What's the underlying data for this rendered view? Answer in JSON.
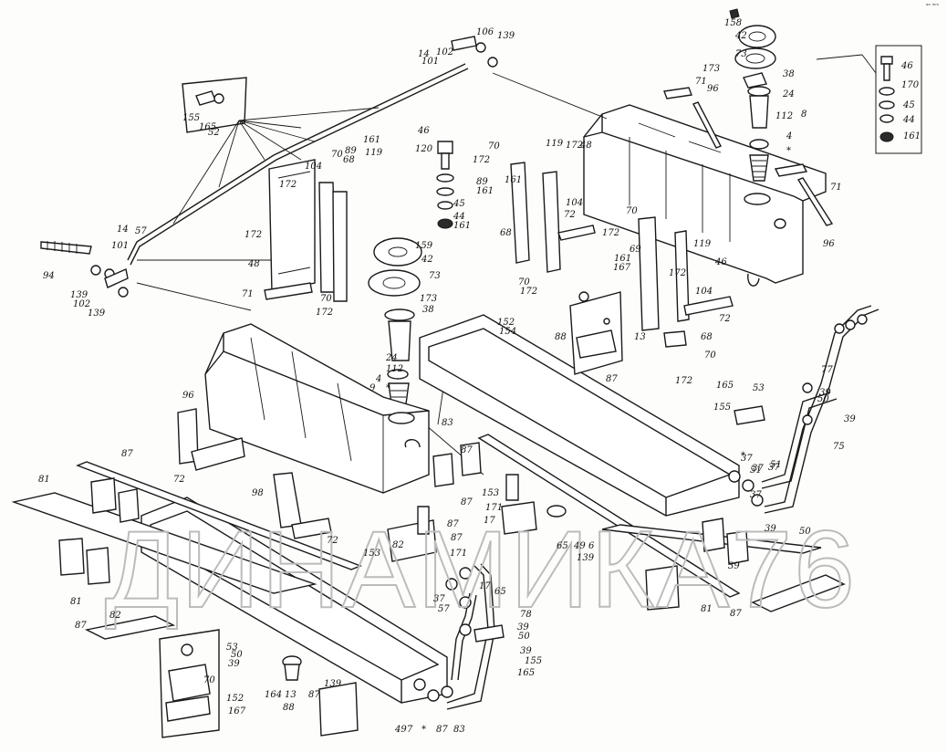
{
  "watermark": "ДИНАМИКА76",
  "corner_mark": "ᵃᵃ ᵐᵐ",
  "labels": [
    {
      "t": "106"
    },
    {
      "t": "139"
    },
    {
      "t": "14"
    },
    {
      "t": "102"
    },
    {
      "t": "101"
    },
    {
      "t": "158"
    },
    {
      "t": "42"
    },
    {
      "t": "73"
    },
    {
      "t": "173"
    },
    {
      "t": "38"
    },
    {
      "t": "24"
    },
    {
      "t": "112"
    },
    {
      "t": "8"
    },
    {
      "t": "4"
    },
    {
      "t": "*"
    },
    {
      "t": "71"
    },
    {
      "t": "96"
    },
    {
      "t": "71"
    },
    {
      "t": "96"
    },
    {
      "t": "46"
    },
    {
      "t": "170"
    },
    {
      "t": "45"
    },
    {
      "t": "44"
    },
    {
      "t": "161"
    },
    {
      "t": "155"
    },
    {
      "t": "165"
    },
    {
      "t": "52"
    },
    {
      "t": "46"
    },
    {
      "t": "120"
    },
    {
      "t": "119"
    },
    {
      "t": "172"
    },
    {
      "t": "48"
    },
    {
      "t": "70"
    },
    {
      "t": "172"
    },
    {
      "t": "161"
    },
    {
      "t": "89"
    },
    {
      "t": "70"
    },
    {
      "t": "68"
    },
    {
      "t": "104"
    },
    {
      "t": "172"
    },
    {
      "t": "119"
    },
    {
      "t": "161"
    },
    {
      "t": "45"
    },
    {
      "t": "44"
    },
    {
      "t": "161"
    },
    {
      "t": "89"
    },
    {
      "t": "161"
    },
    {
      "t": "104"
    },
    {
      "t": "72"
    },
    {
      "t": "68"
    },
    {
      "t": "14"
    },
    {
      "t": "57"
    },
    {
      "t": "101"
    },
    {
      "t": "94"
    },
    {
      "t": "139"
    },
    {
      "t": "102"
    },
    {
      "t": "139"
    },
    {
      "t": "172"
    },
    {
      "t": "48"
    },
    {
      "t": "71"
    },
    {
      "t": "70"
    },
    {
      "t": "172"
    },
    {
      "t": "159"
    },
    {
      "t": "42"
    },
    {
      "t": "73"
    },
    {
      "t": "173"
    },
    {
      "t": "38"
    },
    {
      "t": "24"
    },
    {
      "t": "112"
    },
    {
      "t": "4"
    },
    {
      "t": "9"
    },
    {
      "t": "*"
    },
    {
      "t": "70"
    },
    {
      "t": "172"
    },
    {
      "t": "69"
    },
    {
      "t": "161"
    },
    {
      "t": "167"
    },
    {
      "t": "119"
    },
    {
      "t": "46"
    },
    {
      "t": "70"
    },
    {
      "t": "172"
    },
    {
      "t": "152"
    },
    {
      "t": "154"
    },
    {
      "t": "13"
    },
    {
      "t": "88"
    },
    {
      "t": "87"
    },
    {
      "t": "172"
    },
    {
      "t": "104"
    },
    {
      "t": "72"
    },
    {
      "t": "68"
    },
    {
      "t": "70"
    },
    {
      "t": "172"
    },
    {
      "t": "37"
    },
    {
      "t": "51"
    },
    {
      "t": "37"
    },
    {
      "t": "77"
    },
    {
      "t": "39"
    },
    {
      "t": "50"
    },
    {
      "t": "39"
    },
    {
      "t": "75"
    },
    {
      "t": "165"
    },
    {
      "t": "53"
    },
    {
      "t": "155"
    },
    {
      "t": "96"
    },
    {
      "t": "72"
    },
    {
      "t": "83"
    },
    {
      "t": "87"
    },
    {
      "t": "87"
    },
    {
      "t": "81"
    },
    {
      "t": "87"
    },
    {
      "t": "98"
    },
    {
      "t": "72"
    },
    {
      "t": "153"
    },
    {
      "t": "171"
    },
    {
      "t": "17"
    },
    {
      "t": "65"
    },
    {
      "t": "49"
    },
    {
      "t": "139"
    },
    {
      "t": "6"
    },
    {
      "t": "*"
    },
    {
      "t": "37"
    },
    {
      "t": "51"
    },
    {
      "t": "37"
    },
    {
      "t": "39"
    },
    {
      "t": "50"
    },
    {
      "t": "39"
    },
    {
      "t": "81"
    },
    {
      "t": "87"
    },
    {
      "t": "87"
    },
    {
      "t": "81"
    },
    {
      "t": "82"
    },
    {
      "t": "87"
    },
    {
      "t": "87"
    },
    {
      "t": "82"
    },
    {
      "t": "153"
    },
    {
      "t": "171"
    },
    {
      "t": "17"
    },
    {
      "t": "65"
    },
    {
      "t": "37"
    },
    {
      "t": "57"
    },
    {
      "t": "78"
    },
    {
      "t": "39"
    },
    {
      "t": "50"
    },
    {
      "t": "39"
    },
    {
      "t": "155"
    },
    {
      "t": "165"
    },
    {
      "t": "53"
    },
    {
      "t": "50"
    },
    {
      "t": "39"
    },
    {
      "t": "70"
    },
    {
      "t": "152"
    },
    {
      "t": "167"
    },
    {
      "t": "164"
    },
    {
      "t": "13"
    },
    {
      "t": "88"
    },
    {
      "t": "87"
    },
    {
      "t": "139"
    },
    {
      "t": "49"
    },
    {
      "t": "7"
    },
    {
      "t": "*"
    },
    {
      "t": "87"
    },
    {
      "t": "83"
    },
    {
      "t": "37"
    },
    {
      "t": "51"
    },
    {
      "t": "37"
    },
    {
      "t": "39"
    }
  ]
}
